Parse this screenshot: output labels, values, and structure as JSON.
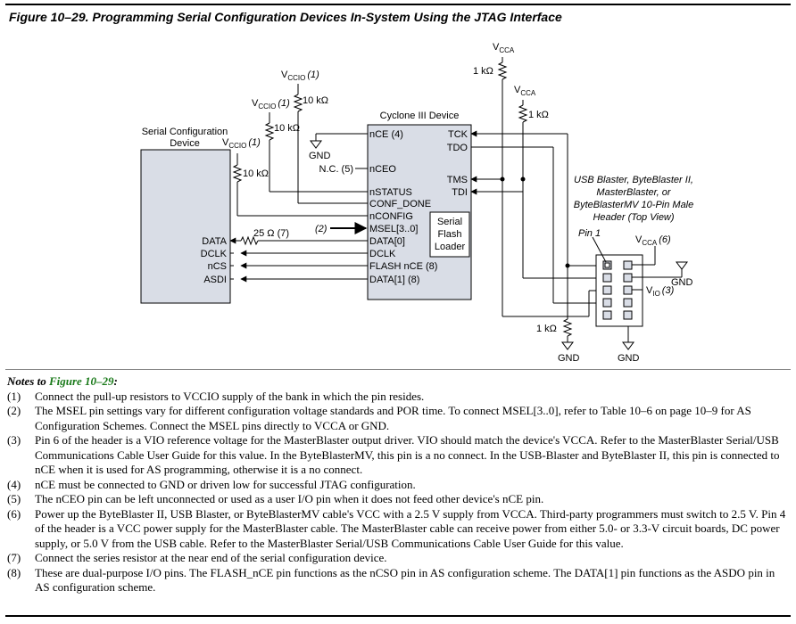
{
  "figure": {
    "title": "Figure 10–29. Programming Serial Configuration Devices In-System Using the JTAG Interface"
  },
  "diagram": {
    "serial_device": {
      "title_line1": "Serial Configuration",
      "title_line2": "Device",
      "pins": [
        "DATA",
        "DCLK",
        "nCS",
        "ASDI"
      ]
    },
    "cyclone": {
      "title": "Cyclone III Device",
      "left_pins": [
        "nCE (4)",
        "nCEO",
        "nSTATUS",
        "CONF_DONE",
        "nCONFIG",
        "MSEL[3..0]",
        "DATA[0]",
        "DCLK",
        "FLASH nCE (8)",
        "DATA[1] (8)"
      ],
      "right_pins": [
        "TCK",
        "TDO",
        "TMS",
        "TDI"
      ],
      "sfl_lines": [
        "Serial",
        "Flash",
        "Loader"
      ]
    },
    "header": {
      "caption_lines": [
        "USB Blaster, ByteBlaster II,",
        "MasterBlaster, or",
        "ByteBlasterMV 10-Pin Male",
        "Header (Top View)"
      ],
      "pin1": "Pin 1",
      "vcc6": "V",
      "vcc6_sub": "CCA",
      "vcc6_note": "(6)",
      "vio3": "V",
      "vio3_sub": "IO",
      "vio3_note": "(3)"
    },
    "labels": {
      "vccio": "V",
      "vccio_sub": "CCIO",
      "note1": "(1)",
      "r10k": "10 kΩ",
      "r1k": "1 kΩ",
      "vcca": "V",
      "vcca_sub": "CCA",
      "gnd": "GND",
      "nc5": "N.C. (5)",
      "r25": "25 Ω (7)",
      "note2": "(2)"
    }
  },
  "notes": {
    "heading_prefix": "Notes to ",
    "heading_ref": "Figure 10–29",
    "heading_suffix": ":",
    "items": [
      {
        "num": "(1)",
        "text": "Connect the pull-up resistors to VCCIO supply of the bank in which the pin resides."
      },
      {
        "num": "(2)",
        "text": "The MSEL pin settings vary for different configuration voltage standards and POR time. To connect MSEL[3..0], refer to Table 10–6 on page 10–9 for AS Configuration Schemes. Connect the MSEL pins directly to VCCA or GND."
      },
      {
        "num": "(3)",
        "text": "Pin 6 of the header is a VIO reference voltage for the MasterBlaster output driver. VIO should match the device's VCCA. Refer to the MasterBlaster Serial/USB Communications Cable User Guide for this value. In the ByteBlasterMV, this pin is a no connect. In the USB-Blaster and ByteBlaster II, this pin is connected to nCE when it is used for AS programming, otherwise it is a no connect."
      },
      {
        "num": "(4)",
        "text": "nCE must be connected to GND or driven low for successful JTAG configuration."
      },
      {
        "num": "(5)",
        "text": "The nCEO pin can be left unconnected or used as a user I/O pin when it does not feed other device's nCE pin."
      },
      {
        "num": "(6)",
        "text": "Power up the ByteBlaster II, USB Blaster, or ByteBlasterMV cable's VCC with a 2.5 V supply from VCCA. Third-party programmers must switch to 2.5 V. Pin 4 of the header is a VCC power supply for the MasterBlaster cable. The MasterBlaster cable can receive power from either 5.0- or 3.3-V circuit boards, DC power supply, or 5.0 V from the USB cable. Refer to the MasterBlaster Serial/USB Communications Cable User Guide for this value."
      },
      {
        "num": "(7)",
        "text": "Connect the series resistor at the near end of the serial configuration device."
      },
      {
        "num": "(8)",
        "text": "These are dual-purpose I/O pins. The FLASH_nCE pin functions as the nCSO pin in AS configuration scheme. The DATA[1] pin functions as the ASDO pin in AS configuration scheme."
      }
    ]
  }
}
